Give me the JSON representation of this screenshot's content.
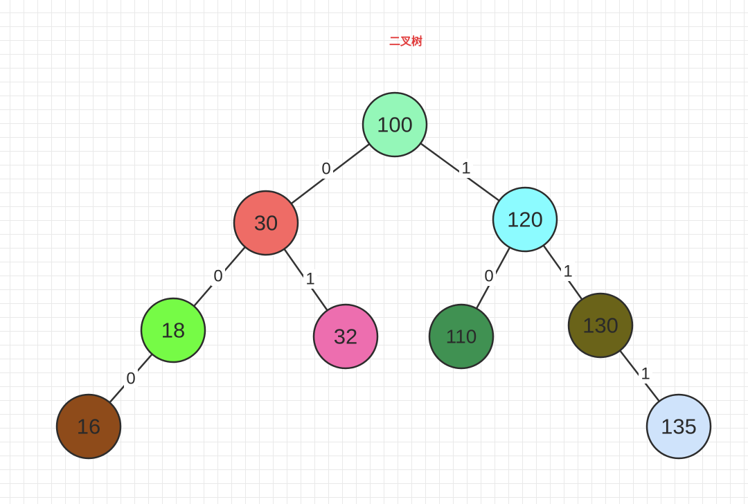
{
  "title": "二叉树",
  "nodes": [
    {
      "id": "n100",
      "label": "100",
      "color": "#94f7b8"
    },
    {
      "id": "n30",
      "label": "30",
      "color": "#ee6c66"
    },
    {
      "id": "n120",
      "label": "120",
      "color": "#8cfbff"
    },
    {
      "id": "n18",
      "label": "18",
      "color": "#76fb46"
    },
    {
      "id": "n32",
      "label": "32",
      "color": "#ed6eaf"
    },
    {
      "id": "n110",
      "label": "110",
      "color": "#409152"
    },
    {
      "id": "n130",
      "label": "130",
      "color": "#6a6319"
    },
    {
      "id": "n16",
      "label": "16",
      "color": "#8e4b1a"
    },
    {
      "id": "n135",
      "label": "135",
      "color": "#cfe3fb"
    }
  ],
  "edges": [
    {
      "from": "n100",
      "to": "n30",
      "label": "0"
    },
    {
      "from": "n100",
      "to": "n120",
      "label": "1"
    },
    {
      "from": "n30",
      "to": "n18",
      "label": "0"
    },
    {
      "from": "n30",
      "to": "n32",
      "label": "1"
    },
    {
      "from": "n120",
      "to": "n110",
      "label": "0"
    },
    {
      "from": "n120",
      "to": "n130",
      "label": "1"
    },
    {
      "from": "n18",
      "to": "n16",
      "label": "0"
    },
    {
      "from": "n130",
      "to": "n135",
      "label": "1"
    }
  ]
}
